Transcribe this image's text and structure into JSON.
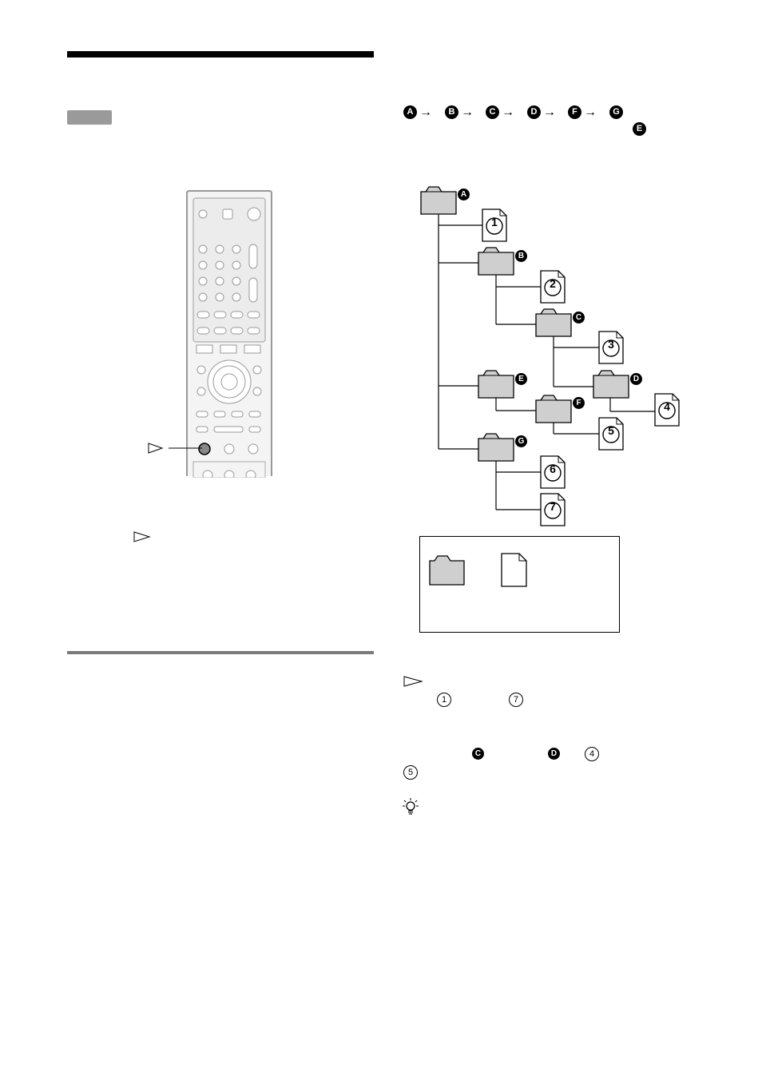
{
  "sequence": {
    "order": [
      "A",
      "B",
      "C",
      "D",
      "F",
      "G"
    ],
    "last": "E"
  },
  "tree": {
    "folders": [
      {
        "id": "A"
      },
      {
        "id": "B"
      },
      {
        "id": "C"
      },
      {
        "id": "D"
      },
      {
        "id": "E"
      },
      {
        "id": "F"
      },
      {
        "id": "G"
      }
    ],
    "files": [
      "1",
      "2",
      "3",
      "4",
      "5",
      "6",
      "7"
    ]
  },
  "notes": {
    "range_start": "1",
    "range_end": "7",
    "folder_c": "C",
    "folder_d": "D",
    "file_4": "4",
    "file_5": "5"
  },
  "icons": [
    "remote-control-icon",
    "hint-triangle-icon",
    "folder-icon",
    "file-icon",
    "tip-bulb-icon"
  ]
}
